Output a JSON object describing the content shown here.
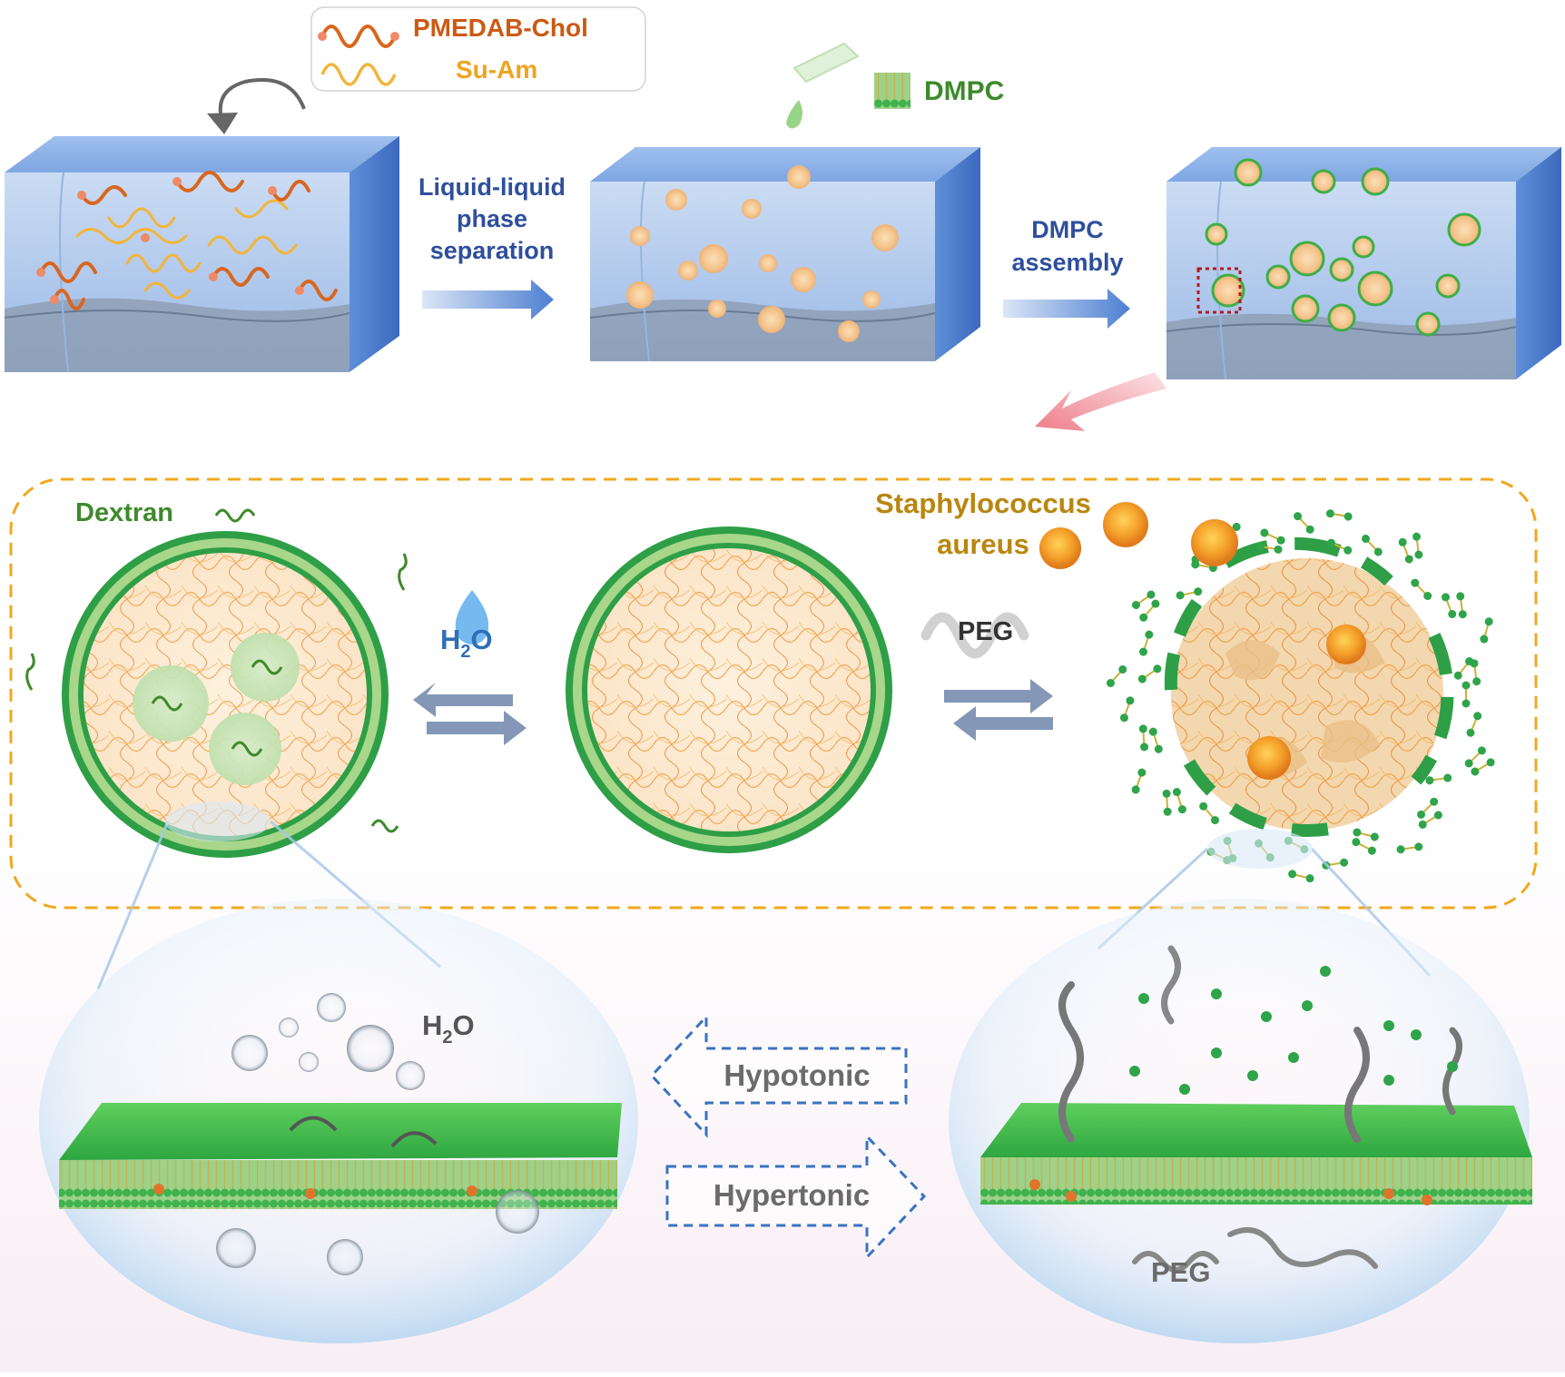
{
  "legend": {
    "item1": "PMEDAB-Chol",
    "item2": "Su-Am"
  },
  "reagent": {
    "lipid": "DMPC"
  },
  "steps": {
    "step1": [
      "Liquid-liquid",
      "phase",
      "separation"
    ],
    "step2": [
      "DMPC",
      "assembly"
    ]
  },
  "middle": {
    "dextran": "Dextran",
    "water": "H",
    "water_sub": "2",
    "water_end": "O",
    "peg": "PEG",
    "bacteria": [
      "Staphylococcus",
      "aureus"
    ]
  },
  "bottom": {
    "water": "H",
    "water_sub": "2",
    "water_end": "O",
    "hypotonic": "Hypotonic",
    "hypertonic": "Hypertonic",
    "peg": "PEG"
  },
  "colors": {
    "orange_text": "#cc5a14",
    "yellow_text": "#eda41f",
    "blue_text": "#2e4f9c",
    "green_text": "#3e8a2c",
    "gold_text": "#b9860f",
    "gray_text": "#555555",
    "lipid_green": "#2fa44a",
    "dashed_orange": "#f0a81e",
    "dashed_blue": "#3a73c0"
  }
}
